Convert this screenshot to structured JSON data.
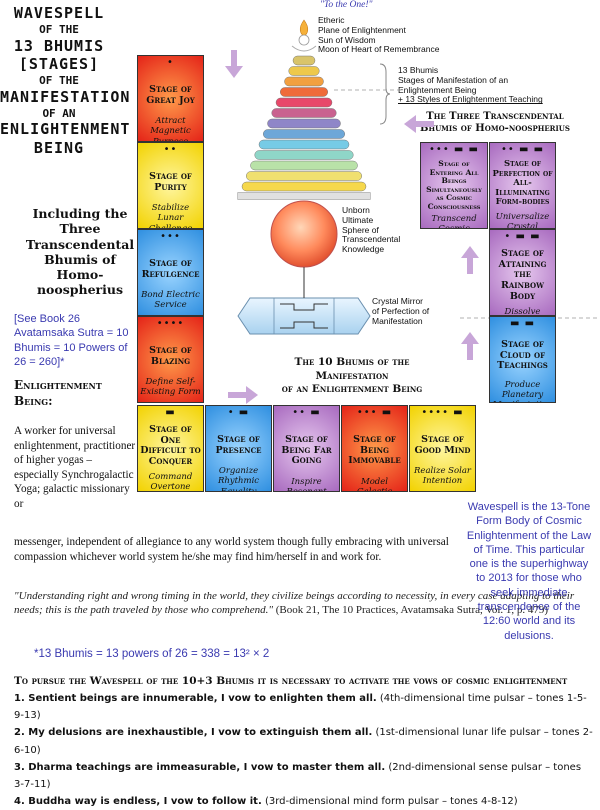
{
  "title": {
    "line1": "WAVESPELL",
    "line2": "OF THE",
    "line3": "13 BHUMIS",
    "line4": "[STAGES]",
    "line5": "OF THE",
    "line6": "MANIFESTATION",
    "line7": "OF AN",
    "line8": "ENLIGHTENMENT",
    "line9": "BEING"
  },
  "subtitle": "Including the Three Transcendental Bhumis of Homo-noospherius",
  "see_book": "[See Book 26 Avatamsaka Sutra = 10 Bhumis = 10 Powers of 26 = 260]*",
  "enlightenment": {
    "heading_1": "Enlightenment",
    "heading_2": "Being:",
    "desc_1": "A worker for universal enlightenment, practitioner of higher yogas – especially Synchrogalactic Yoga; galactic missionary or",
    "desc_2": "messenger, independent of allegiance to any world system though fully embracing with universal compassion whichever world system he/she may find him/herself in and work for."
  },
  "stupa": {
    "to_the_one": "\"To the One!\"",
    "top_labels": [
      "Etheric",
      "Plane of Enlightenment",
      "Sun of Wisdom",
      "Moon of Heart of Remembrance"
    ],
    "bhumis_labels": [
      "13 Bhumis",
      "Stages of Manifestation of an",
      "Enlightenment Being",
      "+ 13 Styles of Enlightenment Teaching"
    ],
    "sphere_label": [
      "Unborn",
      "Ultimate",
      "Sphere of",
      "Transcendental",
      "Knowledge"
    ],
    "mirror_label": [
      "Crystal Mirror",
      "of Perfection of",
      "Manifestation"
    ],
    "ring_colors": [
      "#d9c46a",
      "#eec84b",
      "#f2a040",
      "#ef6b3a",
      "#e8486a",
      "#c9628f",
      "#8f86c8",
      "#6da7d8",
      "#76cbe6",
      "#8fd6c8",
      "#b9e2a8",
      "#f0e070",
      "#f6d84c"
    ]
  },
  "three_heading": [
    "The Three Transcendental",
    "Bhumis of Homo-noospherius"
  ],
  "ten_heading": [
    "The 10 Bhumis of the Manifestation",
    "of an Enlightenment Being"
  ],
  "tiles_left": [
    {
      "glyph": "•",
      "name": "Stage of Great Joy",
      "activity": "Attract Magnetic Purpose",
      "color": "red"
    },
    {
      "glyph": "••",
      "name": "Stage of Purity",
      "activity": "Stabilize Lunar Challenge",
      "color": "yellow"
    },
    {
      "glyph": "•••",
      "name": "Stage of Refulgence",
      "activity": "Bond Electric Service",
      "color": "blue"
    },
    {
      "glyph": "••••",
      "name": "Stage of Blazing",
      "activity": "Define Self-Existing Form",
      "color": "red"
    }
  ],
  "tiles_bottom": [
    {
      "glyph": "▬",
      "name": "Stage of One Difficult to Conquer",
      "activity": "Command Overtone Radiance",
      "color": "yellow"
    },
    {
      "glyph": "•  ▬",
      "name": "Stage of Presence",
      "activity": "Organize Rhythmic Equality",
      "color": "blue"
    },
    {
      "glyph": "••  ▬",
      "name": "Stage of Being Far Going",
      "activity": "Inspire Resonant Attunement",
      "color": "violet"
    },
    {
      "glyph": "•••  ▬",
      "name": "Stage of Being Immovable",
      "activity": "Model Galactic Integrity",
      "color": "red"
    },
    {
      "glyph": "••••  ▬",
      "name": "Stage of Good Mind",
      "activity": "Realize Solar Intention",
      "color": "yellow"
    }
  ],
  "tiles_right": [
    {
      "glyph": "▬ ▬",
      "name": "Stage of Cloud of Teachings",
      "activity": "Produce Planetary Manifestation",
      "color": "blue"
    },
    {
      "glyph": "• ▬ ▬",
      "name": "Stage of Attaining the Rainbow Body",
      "activity": "Dissolve Spectral Liberation",
      "color": "violet"
    },
    {
      "glyph": "•• ▬ ▬",
      "name": "Stage of Perfection of All-Illuminating Form-bodies",
      "activity": "Universalize Crystal Cooperation",
      "color": "violet"
    },
    {
      "glyph": "••• ▬ ▬",
      "name": "Stage of Entering All Beings Simultaneously as Cosmic Consciousness",
      "activity": "Transcend Cosmic Presence",
      "color": "violet"
    }
  ],
  "colors": {
    "red": "#e42318",
    "yellow": "#f2d200",
    "blue": "#2f8fe0",
    "violet": "#a86abf",
    "arrow": "#c8a6d8",
    "blue_text": "#3a3ab0"
  },
  "quote": {
    "text": "\"Understanding right and wrong timing in the world, they civilize beings according to necessity, in every case adapting to their needs; this is the path traveled by those who comprehend.\"",
    "ref": "(Book 21, The 10 Practices, Avatamsaka Sutra, Vol. 1, p. 479)"
  },
  "bhumis_formula": "*13 Bhumis = 13 powers of 26 = 338 = 13² × 2",
  "wavespell_note": "Wavespell is the 13-Tone Form Body of Cosmic Enlightenment of the Law of Time. This particular one is the superhighway to 2013 for those who seek immediate transcendence of the 12:60 world and its delusions.",
  "bottom": {
    "heading": "To pursue the Wavespell of the 10+3 Bhumis it is necessary to activate the vows of cosmic enlightenment",
    "vows": [
      {
        "vow": "1. Sentient beings are innumerable, I vow to enlighten them all.",
        "pulsar": "(4th-dimensional time pulsar – tones 1-5-9-13)"
      },
      {
        "vow": "2. My delusions are inexhaustible, I vow to extinguish them all.",
        "pulsar": "(1st-dimensional lunar life pulsar – tones 2-6-10)"
      },
      {
        "vow": "3. Dharma teachings are immeasurable, I vow to master them all.",
        "pulsar": "(2nd-dimensional sense pulsar – tones 3-7-11)"
      },
      {
        "vow": "4. Buddha way is endless, I vow to follow it.",
        "pulsar": "(3rd-dimensional mind form pulsar – tones 4-8-12)"
      }
    ]
  }
}
